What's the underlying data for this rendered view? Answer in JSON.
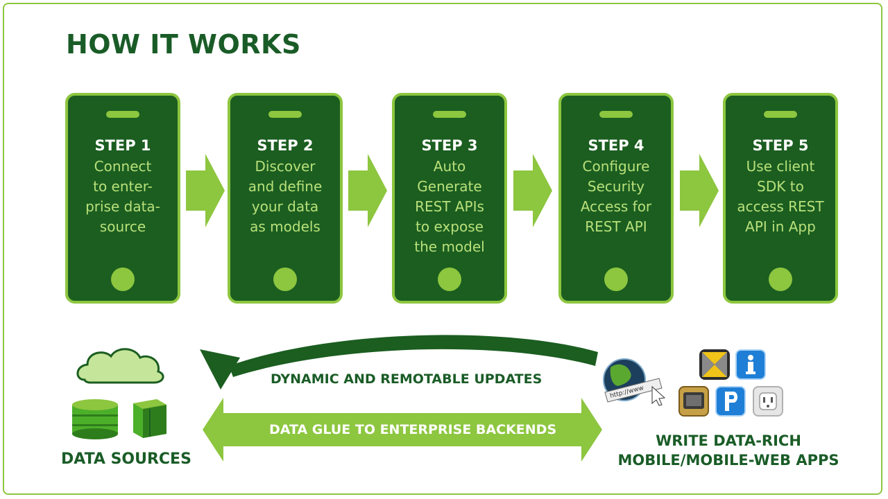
{
  "title": "HOW IT WORKS",
  "steps": [
    {
      "title": "STEP 1",
      "desc": "Connect\nto enter-\nprise data-\nsource"
    },
    {
      "title": "STEP 2",
      "desc": "Discover\nand define\nyour data\nas models"
    },
    {
      "title": "STEP 3",
      "desc": "Auto\nGenerate\nREST APIs\nto expose\nthe model"
    },
    {
      "title": "STEP 4",
      "desc": "Configure\nSecurity\nAccess for\nREST API"
    },
    {
      "title": "STEP 5",
      "desc": "Use client\nSDK  to\naccess REST\nAPI  in App"
    }
  ],
  "flows": {
    "updates": "DYNAMIC AND REMOTABLE UPDATES",
    "glue": "DATA GLUE TO ENTERPRISE BACKENDS"
  },
  "data_sources_label": "DATA SOURCES",
  "apps_label": "WRITE DATA-RICH\nMOBILE/MOBILE-WEB APPS",
  "globe_text": "http://www",
  "colors": {
    "dark_green": "#1b5e20",
    "light_green": "#8dc63f",
    "title_green": "#1a5c27"
  }
}
